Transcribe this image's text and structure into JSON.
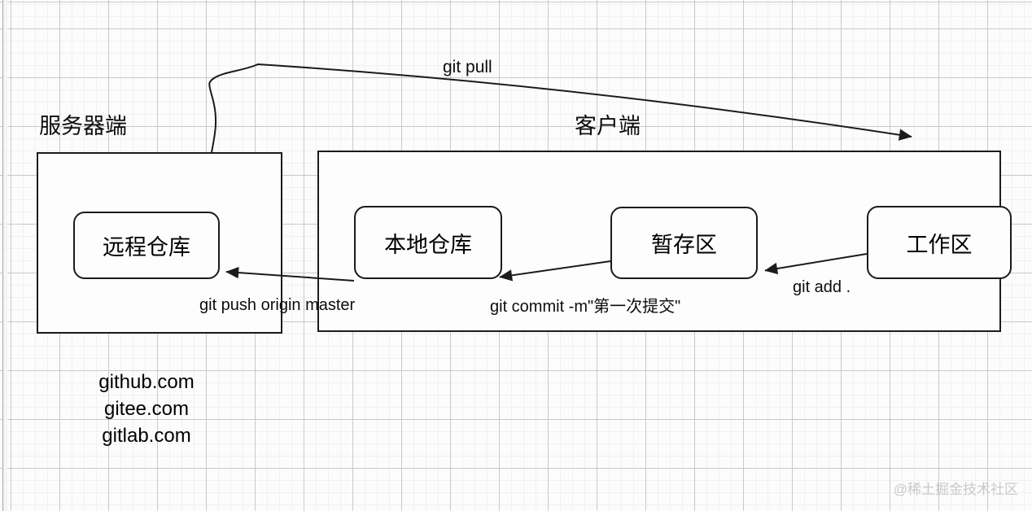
{
  "sections": {
    "server": "服务器端",
    "client": "客户端"
  },
  "nodes": {
    "remote": "远程仓库",
    "local": "本地仓库",
    "staging": "暂存区",
    "working": "工作区"
  },
  "arrow_labels": {
    "pull": "git pull",
    "push": "git push origin master",
    "commit": "git commit -m\"第一次提交\"",
    "add": "git add ."
  },
  "hosts": [
    "github.com",
    "gitee.com",
    "gitlab.com"
  ],
  "watermark": "@稀土掘金技术社区",
  "colors": {
    "stroke": "#1b1b1b",
    "grid_major": "#c9c9cb",
    "grid_minor": "#f1f1f3",
    "watermark": "#c9c9c9"
  }
}
